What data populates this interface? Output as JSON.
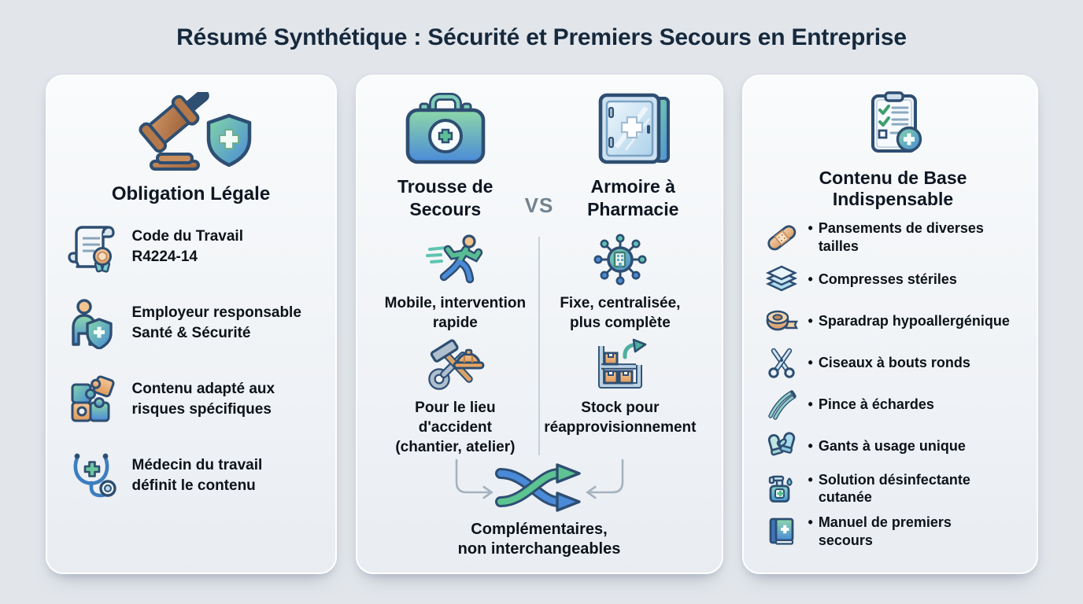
{
  "title": "Résumé Synthétique : Sécurité et Premiers Secours en Entreprise",
  "colors": {
    "background": "#e2e6eb",
    "card_fill": "#f2f5f8",
    "card_border": "#ffffff",
    "title_text": "#16293d",
    "body_text": "#0c1218",
    "vs_text": "#72828f",
    "icon_outline": "#2e4e72",
    "accent_green": "#6fcba0",
    "accent_blue": "#4a8ad8",
    "divider": "#c7d0d9",
    "connector": "#a4b2bf"
  },
  "cards": {
    "legal": {
      "icon": "gavel-shield-icon",
      "heading": "Obligation Légale",
      "items": [
        {
          "icon": "scroll-certificate-icon",
          "label": "Code du Travail\nR4224-14"
        },
        {
          "icon": "employer-shield-icon",
          "label": "Employeur responsable\nSanté & Sécurité"
        },
        {
          "icon": "puzzle-icon",
          "label": "Contenu adapté aux\nrisques spécifiques"
        },
        {
          "icon": "stethoscope-icon",
          "label": "Médecin du travail\ndéfinit le contenu"
        }
      ]
    },
    "comparison": {
      "vs_label": "VS",
      "left": {
        "icon": "first-aid-kit-icon",
        "heading": "Trousse de\nSecours",
        "points": [
          {
            "icon": "running-person-icon",
            "label": "Mobile, intervention\nrapide"
          },
          {
            "icon": "worksite-tools-icon",
            "label": "Pour le lieu d'accident\n(chantier, atelier)"
          }
        ]
      },
      "right": {
        "icon": "pharmacy-cabinet-icon",
        "heading": "Armoire à\nPharmacie",
        "points": [
          {
            "icon": "central-network-icon",
            "label": "Fixe, centralisée,\nplus complète"
          },
          {
            "icon": "stock-shelf-icon",
            "label": "Stock pour\nréapprovisionnement"
          }
        ]
      },
      "conclusion": {
        "icon": "shuffle-arrows-icon",
        "label": "Complémentaires,\nnon interchangeables"
      }
    },
    "contents": {
      "icon": "clipboard-checklist-icon",
      "heading": "Contenu de Base\nIndispensable",
      "bullet": "•",
      "items": [
        {
          "icon": "adhesive-bandage-icon",
          "label": "Pansements de diverses\ntailles"
        },
        {
          "icon": "sterile-compresses-icon",
          "label": "Compresses stériles"
        },
        {
          "icon": "tape-roll-icon",
          "label": "Sparadrap hypoallergénique"
        },
        {
          "icon": "scissors-icon",
          "label": "Ciseaux à bouts ronds"
        },
        {
          "icon": "tweezers-icon",
          "label": "Pince à échardes"
        },
        {
          "icon": "gloves-icon",
          "label": "Gants à usage unique"
        },
        {
          "icon": "disinfectant-bottle-icon",
          "label": "Solution désinfectante\ncutanée"
        },
        {
          "icon": "first-aid-manual-icon",
          "label": "Manuel de premiers\nsecours"
        }
      ]
    }
  }
}
